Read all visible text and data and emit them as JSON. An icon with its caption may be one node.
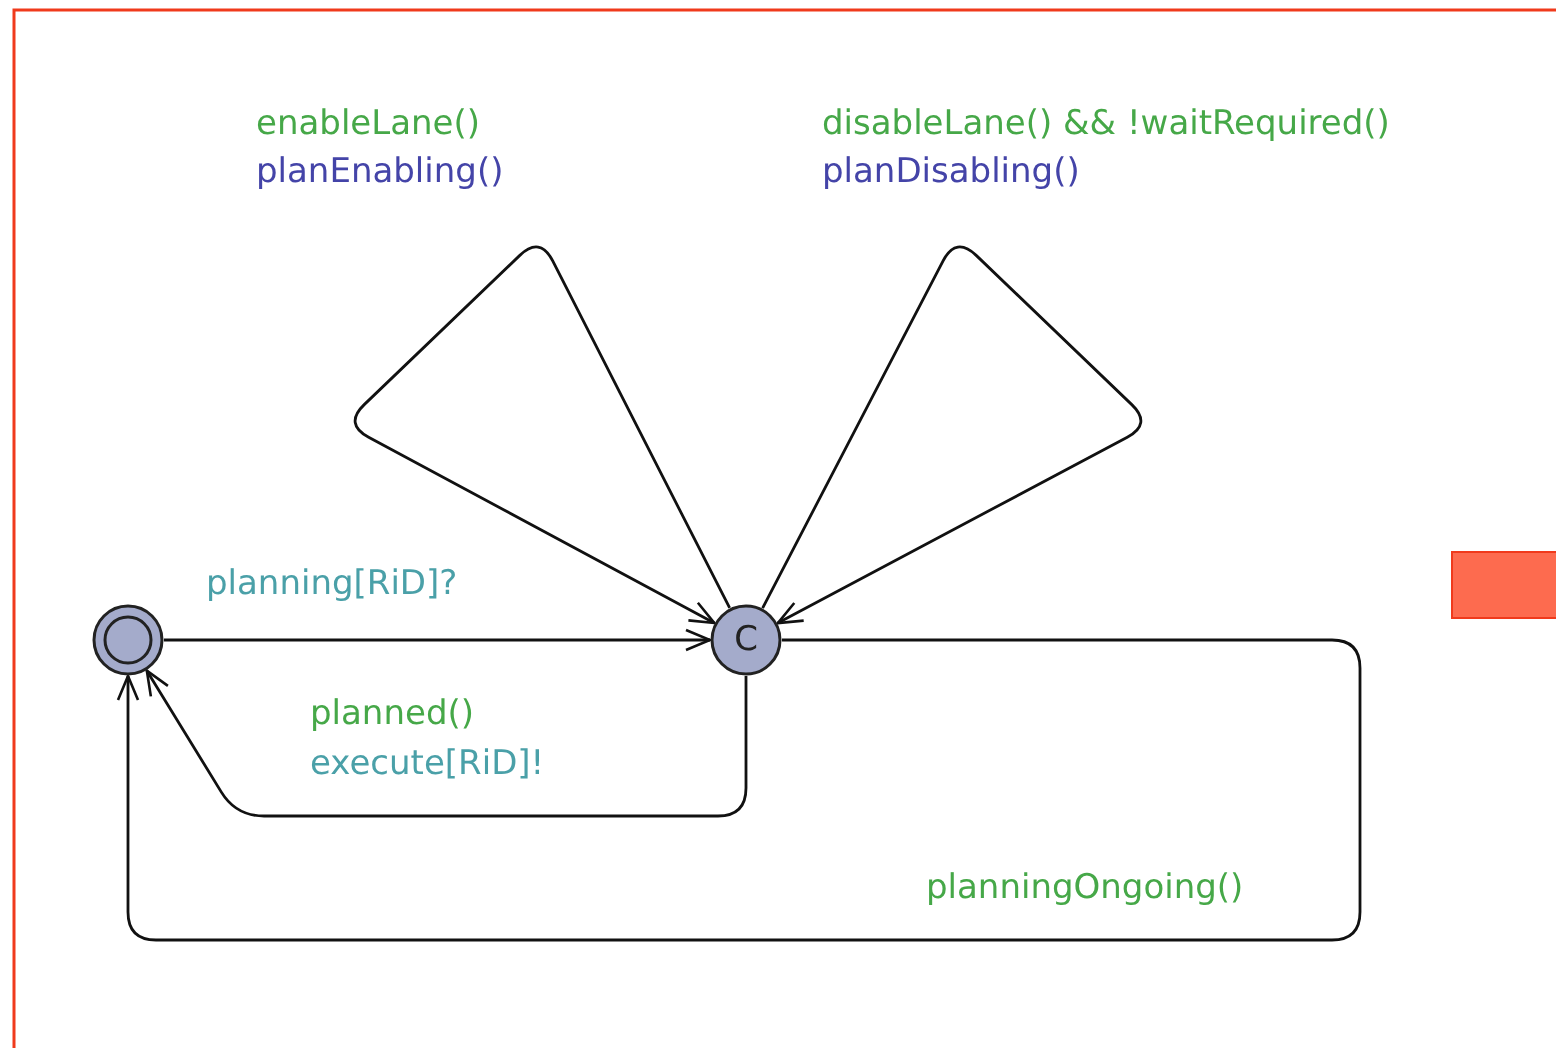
{
  "diagram": {
    "nodes": [
      {
        "text": [],
        "shape": "circle"
      },
      {
        "text": [
          "C"
        ]
      }
    ],
    "edges": [
      {
        "from": 0,
        "to": 1,
        "arrow": "to",
        "label": "planning[RiD]?"
      },
      {
        "from": 1,
        "to": 1,
        "arrow": "to",
        "label": "enableLane()"
      },
      {
        "from": 1,
        "to": 1,
        "arrow": "to",
        "label": "disableLane() && !waitRequired()"
      },
      {
        "from": 1,
        "to": 0,
        "arrow": "to",
        "label": "planned()"
      },
      {
        "from": 1,
        "to": 0,
        "arrow": "to",
        "label": "planningOngoing()"
      }
    ],
    "labels": [
      "planEnabling()",
      "planDisabling()",
      "execute[RiD]!"
    ]
  }
}
